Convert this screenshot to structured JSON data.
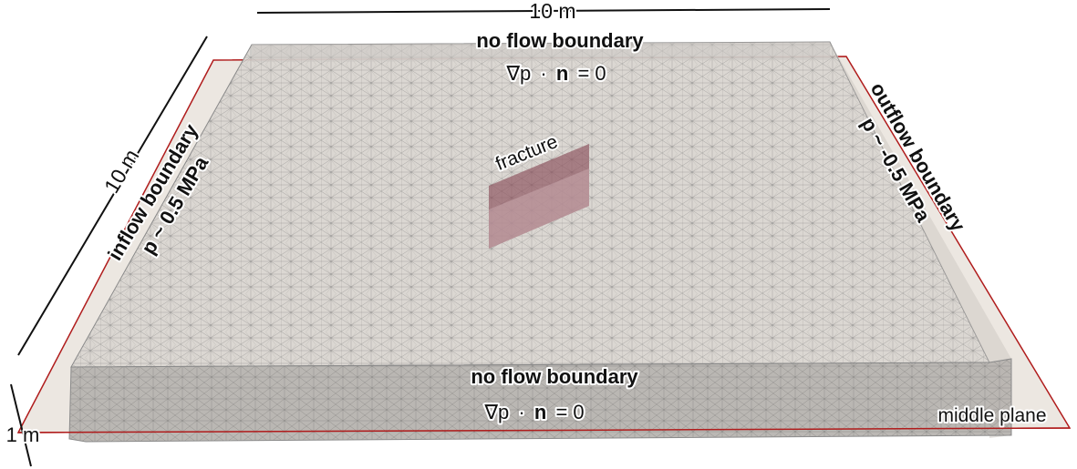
{
  "dimensions": {
    "length_x": "10 m",
    "length_y": "10 m",
    "thickness": "1 m"
  },
  "labels": {
    "top_boundary": "no flow boundary",
    "top_condition_symbol": "∇p",
    "top_condition_dot": "·",
    "top_condition_vector": "n",
    "top_condition_rhs": "= 0",
    "front_boundary": "no flow boundary",
    "front_condition_symbol": "∇p",
    "front_condition_dot": "·",
    "front_condition_vector": "n",
    "front_condition_rhs": "= 0",
    "inflow_title": "inflow boundary",
    "inflow_value": "p ~ 0.5 MPa",
    "outflow_title": "outflow boundary",
    "outflow_value": "p ~ -0.5 MPa",
    "fracture": "fracture",
    "middle_plane": "middle plane"
  },
  "colors": {
    "mesh_fill": "#d9d6d0",
    "mesh_lines": "#6f6f6f",
    "middle_plane_fill": "#ece7e1",
    "middle_plane_edge": "#b01c1c",
    "fracture_fill": "#8a4f5a"
  }
}
